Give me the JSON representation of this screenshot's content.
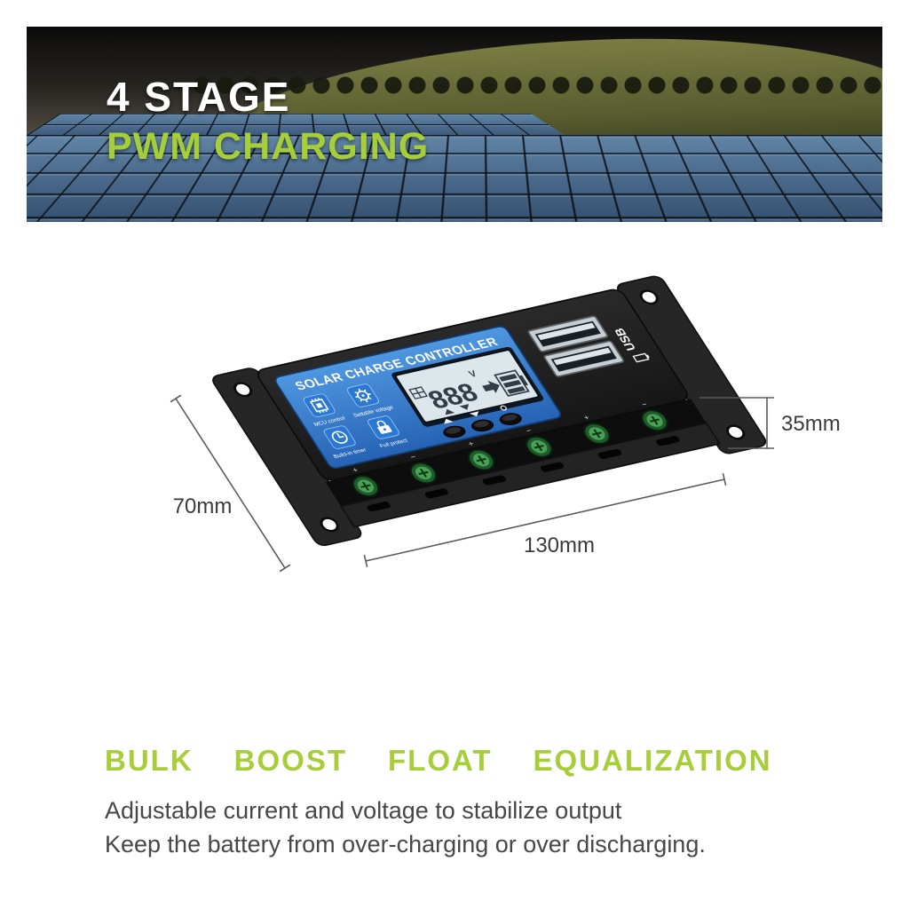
{
  "hero": {
    "title_line1": "4 STAGE",
    "title_line2": "PWM CHARGING"
  },
  "device": {
    "name_label": "SOLAR CHARGE CONTROLLER",
    "lcd": {
      "value": "888",
      "unit": "V"
    },
    "usb_label": "USB",
    "features": [
      {
        "label": "MCU control"
      },
      {
        "label": "Settable voltage"
      },
      {
        "label": "Build-in timer"
      },
      {
        "label": "Full protect"
      }
    ],
    "terminal_marks": [
      "+",
      "−",
      "+",
      "−",
      "+",
      "−"
    ],
    "dimensions": {
      "height": "35mm",
      "depth": "70mm",
      "length": "130mm"
    }
  },
  "modes": [
    "BULK",
    "BOOST",
    "FLOAT",
    "EQUALIZATION"
  ],
  "description": {
    "line1": "Adjustable current and voltage to stabilize output",
    "line2": "Keep the battery from over-charging or over discharging."
  },
  "colors": {
    "accent_green": "#a6ce39",
    "panel_blue": "#2e77cf",
    "lcd_bg": "#dde6ea",
    "terminal_green": "#4aa155",
    "body_black": "#1f1f1f"
  }
}
